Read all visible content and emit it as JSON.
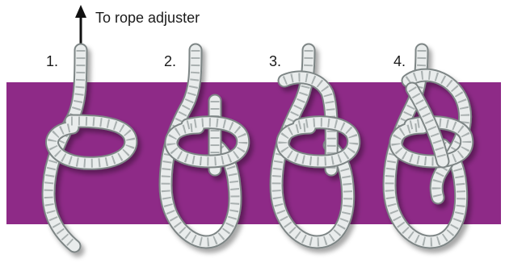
{
  "annotation": {
    "text": "To rope adjuster"
  },
  "steps": [
    {
      "label": "1."
    },
    {
      "label": "2."
    },
    {
      "label": "3."
    },
    {
      "label": "4."
    }
  ],
  "colors": {
    "band": "#8e2a87",
    "rope": "#e9ecec",
    "rope_shade": "#a9b0b0",
    "rope_outline": "#7d8585",
    "arrow": "#111111"
  }
}
